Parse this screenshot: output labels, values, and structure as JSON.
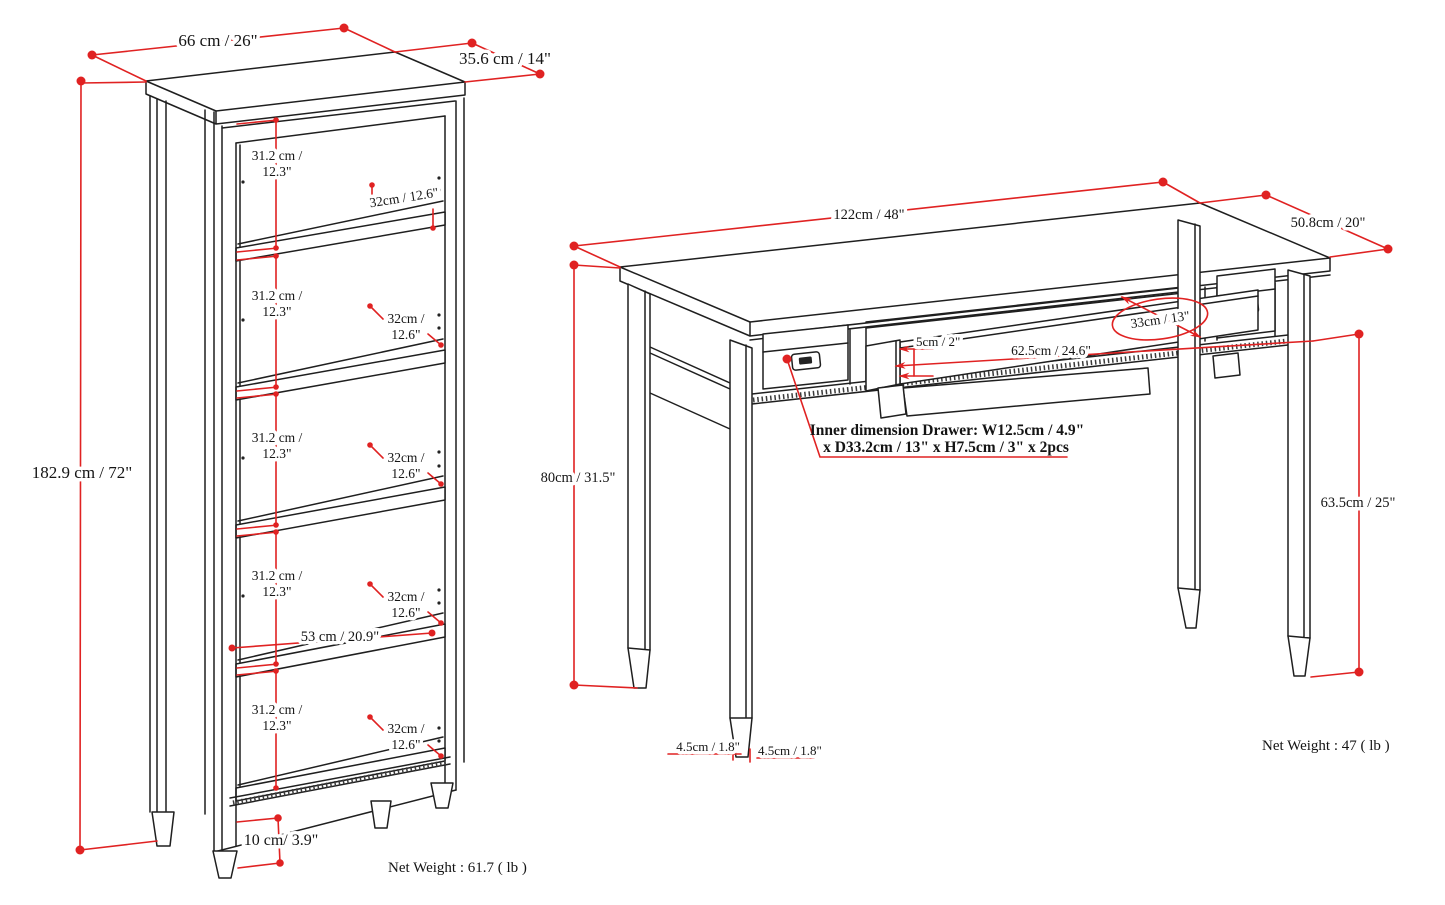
{
  "title": "Furniture dimension technical diagram",
  "colors": {
    "dimension_red": "#e02222",
    "line_black": "#1f1f1f",
    "background": "#ffffff"
  },
  "bookcase": {
    "width": "66 cm / 26\"",
    "depth": "35.6 cm / 14\"",
    "height": "182.9 cm / 72\"",
    "shelf_gap_line1": "31.2 cm /",
    "shelf_gap_line2": "12.3\"",
    "shelf_depth_single": "32cm / 12.6\"",
    "shelf_depth_line1": "32cm /",
    "shelf_depth_line2": "12.6\"",
    "interior_width": "53 cm / 20.9\"",
    "leg_height": "10 cm/ 3.9\"",
    "net_weight": "Net Weight : 61.7 ( lb )"
  },
  "desk": {
    "width": "122cm / 48\"",
    "depth": "50.8cm / 20\"",
    "height": "80cm / 31.5\"",
    "apron_clearance": "63.5cm / 25\"",
    "tray_lip": "5cm / 2\"",
    "tray_width": "62.5cm / 24.6\"",
    "tray_depth": "33cm / 13\"",
    "drawer_note_line1": "Inner dimension Drawer: W12.5cm / 4.9\"",
    "drawer_note_line2": "x D33.2cm / 13\" x H7.5cm / 3\" x 2pcs",
    "foot_depth": "4.5cm / 1.8\"",
    "foot_width": "4.5cm / 1.8\"",
    "net_weight": "Net Weight : 47 ( lb )"
  }
}
